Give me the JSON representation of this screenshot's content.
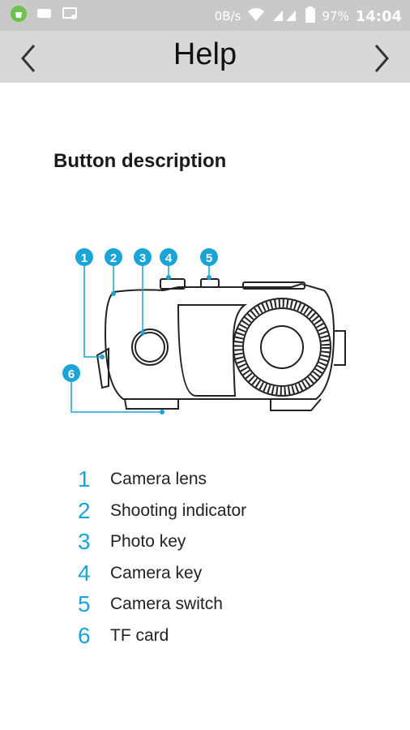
{
  "status_bar": {
    "network_speed": "0B/s",
    "battery_percent": "97%",
    "time": "14:04"
  },
  "header": {
    "title": "Help"
  },
  "content": {
    "section_title": "Button description",
    "callout_numbers": [
      "1",
      "2",
      "3",
      "4",
      "5",
      "6"
    ],
    "legend": [
      {
        "number": "1",
        "label": "Camera lens"
      },
      {
        "number": "2",
        "label": "Shooting indicator"
      },
      {
        "number": "3",
        "label": "Photo key"
      },
      {
        "number": "4",
        "label": "Camera key"
      },
      {
        "number": "5",
        "label": "Camera switch"
      },
      {
        "number": "6",
        "label": "TF card"
      }
    ]
  },
  "colors": {
    "accent": "#1aa4d8",
    "status_bar": "#c9c9c9",
    "header": "#d8d8d8"
  },
  "icons": [
    "app-store-icon",
    "message-icon",
    "screenshot-icon",
    "wifi-icon",
    "signal-icon",
    "battery-icon",
    "back-chevron-icon",
    "forward-chevron-icon"
  ]
}
